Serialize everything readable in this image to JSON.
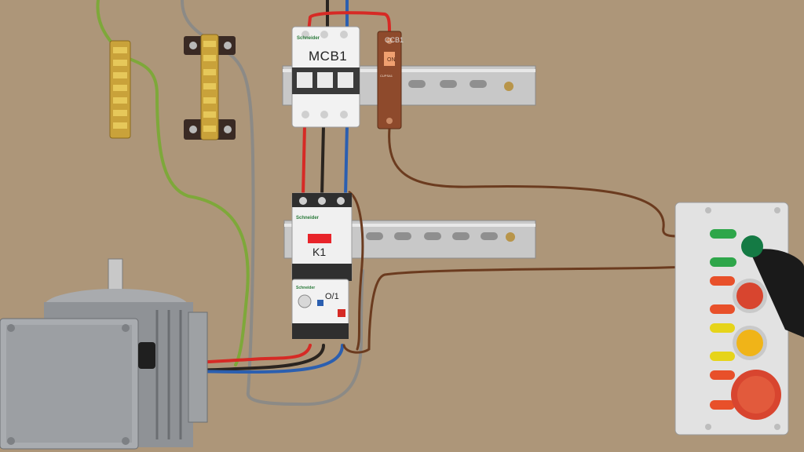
{
  "scene": {
    "background_color": "#b19a7c",
    "mcb": {
      "label": "MCB1",
      "brand": "Schneider"
    },
    "ccb": {
      "label": "CCB1",
      "switch_text": "ON",
      "model_text": "CUPSA1"
    },
    "contactor": {
      "label": "K1",
      "brand": "Schneider"
    },
    "overload": {
      "label": "O/1",
      "brand": "Schneider"
    },
    "pushbutton_station": {
      "buttons": [
        {
          "name": "red-button",
          "color": "#d8452f"
        },
        {
          "name": "yellow-button",
          "color": "#f0b418"
        },
        {
          "name": "emergency-stop-button",
          "color": "#d8452f"
        }
      ]
    },
    "wire_colors": {
      "phase_red": "#d62a25",
      "phase_black": "#2a241f",
      "phase_blue": "#2b5fb0",
      "control_brown": "#6b3b1f",
      "earth_green_yellow": "#7ea83a",
      "neutral_grey": "#8c8a86"
    }
  }
}
